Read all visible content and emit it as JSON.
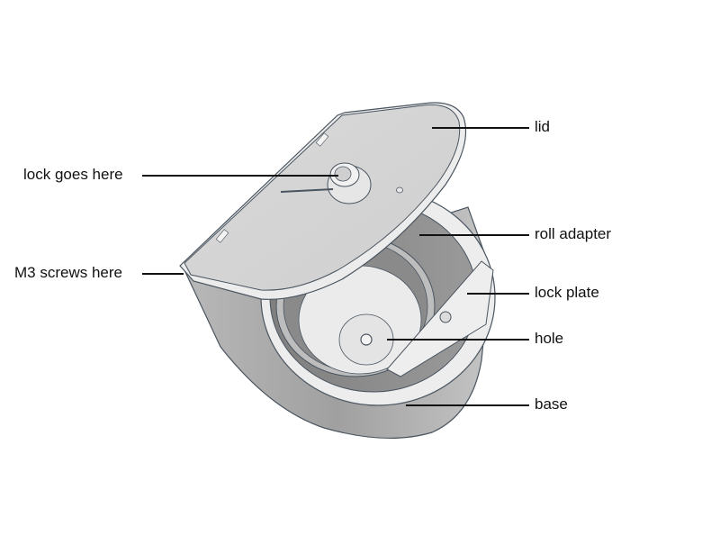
{
  "diagram": {
    "subject": "toilet roll holder enclosure with hinged lid",
    "labels": {
      "lid": "lid",
      "lock_goes_here": "lock goes here",
      "roll_adapter": "roll adapter",
      "m3_screws_here": "M3 screws here",
      "lock_plate": "lock plate",
      "hole": "hole",
      "base": "base"
    },
    "colors": {
      "background": "#ffffff",
      "outline": "#4a5560",
      "lid_top": "#d4d4d4",
      "light_surface": "#ececec",
      "dark_interior": "#8c8c8c",
      "base_side": "#a9a9a9",
      "leader_line": "#111111"
    }
  }
}
